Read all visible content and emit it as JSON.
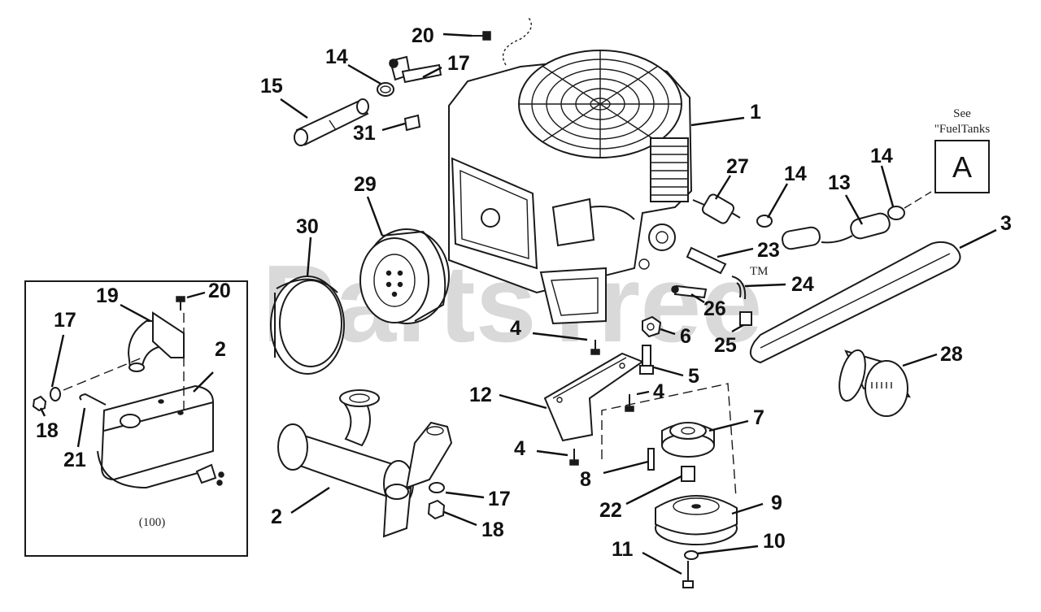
{
  "watermark": {
    "text": "PartsTree",
    "trademark": "TM"
  },
  "reference": {
    "see_label": "See",
    "see_target": "\"FuelTanks",
    "box_letter": "A"
  },
  "inset": {
    "caption": "(100)"
  },
  "callouts": [
    {
      "num": "1"
    },
    {
      "num": "2"
    },
    {
      "num": "2"
    },
    {
      "num": "3"
    },
    {
      "num": "4"
    },
    {
      "num": "4"
    },
    {
      "num": "4"
    },
    {
      "num": "5"
    },
    {
      "num": "6"
    },
    {
      "num": "7"
    },
    {
      "num": "8"
    },
    {
      "num": "9"
    },
    {
      "num": "10"
    },
    {
      "num": "11"
    },
    {
      "num": "12"
    },
    {
      "num": "13"
    },
    {
      "num": "14"
    },
    {
      "num": "14"
    },
    {
      "num": "14"
    },
    {
      "num": "15"
    },
    {
      "num": "17"
    },
    {
      "num": "17"
    },
    {
      "num": "17"
    },
    {
      "num": "18"
    },
    {
      "num": "18"
    },
    {
      "num": "19"
    },
    {
      "num": "20"
    },
    {
      "num": "20"
    },
    {
      "num": "21"
    },
    {
      "num": "22"
    },
    {
      "num": "23"
    },
    {
      "num": "24"
    },
    {
      "num": "25"
    },
    {
      "num": "26"
    },
    {
      "num": "27"
    },
    {
      "num": "28"
    },
    {
      "num": "29"
    },
    {
      "num": "30"
    },
    {
      "num": "31"
    }
  ]
}
